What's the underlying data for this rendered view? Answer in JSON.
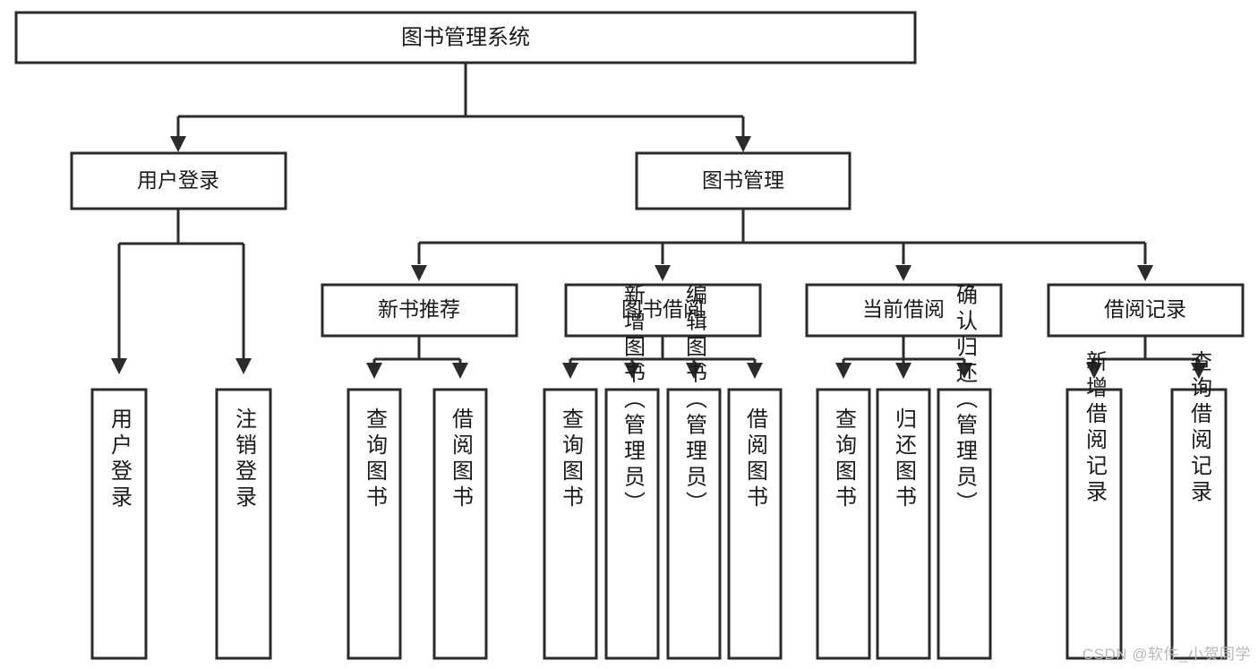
{
  "diagram": {
    "type": "tree-hierarchy-flowchart",
    "root": {
      "id": "root",
      "label": "图书管理系统"
    },
    "level2": [
      {
        "id": "user-login",
        "label": "用户登录"
      },
      {
        "id": "book-management",
        "label": "图书管理"
      }
    ],
    "level3": [
      {
        "id": "new-book-recommend",
        "label": "新书推荐",
        "parent": "book-management"
      },
      {
        "id": "book-borrow",
        "label": "图书借阅",
        "parent": "book-management"
      },
      {
        "id": "current-borrow",
        "label": "当前借阅",
        "parent": "book-management"
      },
      {
        "id": "borrow-record",
        "label": "借阅记录",
        "parent": "book-management"
      }
    ],
    "leaves": [
      {
        "id": "leaf-user-login",
        "label": "用户登录",
        "parent": "user-login"
      },
      {
        "id": "leaf-logout-login",
        "label": "注销登录",
        "parent": "user-login"
      },
      {
        "id": "leaf-query-book-1",
        "label": "查询图书",
        "parent": "new-book-recommend"
      },
      {
        "id": "leaf-borrow-book-1",
        "label": "借阅图书",
        "parent": "new-book-recommend"
      },
      {
        "id": "leaf-query-book-2",
        "label": "查询图书",
        "parent": "book-borrow"
      },
      {
        "id": "leaf-add-book",
        "label": "新增图书（管理员）",
        "parent": "book-borrow"
      },
      {
        "id": "leaf-edit-book",
        "label": "编辑图书（管理员）",
        "parent": "book-borrow"
      },
      {
        "id": "leaf-borrow-book-2",
        "label": "借阅图书",
        "parent": "book-borrow"
      },
      {
        "id": "leaf-query-book-3",
        "label": "查询图书",
        "parent": "current-borrow"
      },
      {
        "id": "leaf-return-book",
        "label": "归还图书",
        "parent": "current-borrow"
      },
      {
        "id": "leaf-confirm-return",
        "label": "确认归还（管理员）",
        "parent": "current-borrow"
      },
      {
        "id": "leaf-add-record",
        "label": "新增借阅记录",
        "parent": "borrow-record"
      },
      {
        "id": "leaf-query-record",
        "label": "查询借阅记录",
        "parent": "borrow-record"
      }
    ]
  },
  "watermark": {
    "text": "CSDN @软件_小贺同学"
  },
  "colors": {
    "box_stroke": "#2b2b2b",
    "box_fill": "#ffffff",
    "text": "#1a1a1a",
    "background": "#ffffff",
    "watermark": "#b8b8b8"
  }
}
